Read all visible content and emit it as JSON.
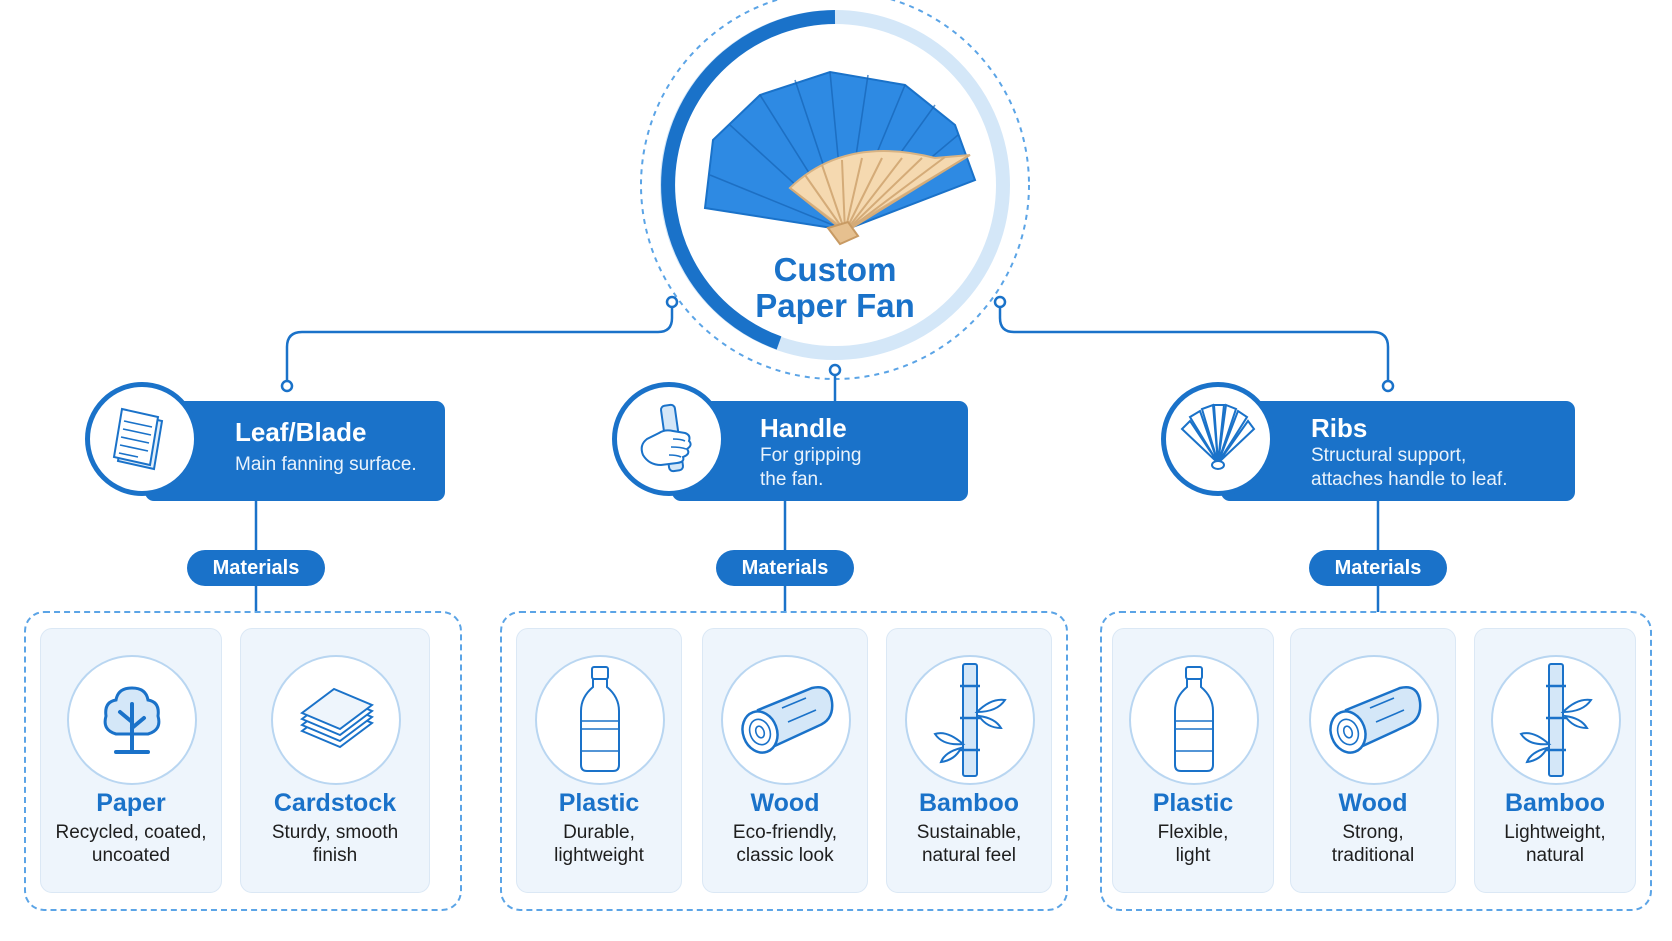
{
  "center": {
    "title_line1": "Custom",
    "title_line2": "Paper Fan"
  },
  "components": [
    {
      "title": "Leaf/Blade",
      "description": "Main fanning surface.",
      "icon": "paper-sheets-icon"
    },
    {
      "title": "Handle",
      "description": "For gripping\nthe fan.",
      "icon": "hand-grip-icon"
    },
    {
      "title": "Ribs",
      "description": "Structural support,\nattaches handle to leaf.",
      "icon": "fan-ribs-icon"
    }
  ],
  "materials_label": "Materials",
  "materials": [
    [
      {
        "name": "Paper",
        "note": "Recycled, coated,\nuncoated",
        "icon": "tree-icon"
      },
      {
        "name": "Cardstock",
        "note": "Sturdy, smooth\nfinish",
        "icon": "card-stack-icon"
      }
    ],
    [
      {
        "name": "Plastic",
        "note": "Durable,\nlightweight",
        "icon": "plastic-bottle-icon"
      },
      {
        "name": "Wood",
        "note": "Eco-friendly,\nclassic look",
        "icon": "wood-log-icon"
      },
      {
        "name": "Bamboo",
        "note": "Sustainable,\nnatural feel",
        "icon": "bamboo-icon"
      }
    ],
    [
      {
        "name": "Plastic",
        "note": "Flexible,\nlight",
        "icon": "plastic-bottle-icon"
      },
      {
        "name": "Wood",
        "note": "Strong,\ntraditional",
        "icon": "wood-log-icon"
      },
      {
        "name": "Bamboo",
        "note": "Lightweight,\nnatural",
        "icon": "bamboo-icon"
      }
    ]
  ],
  "colors": {
    "primary": "#1a72c9",
    "light": "#cfe3f6",
    "card_bg": "#eef5fc",
    "text": "#1e1e1e"
  }
}
